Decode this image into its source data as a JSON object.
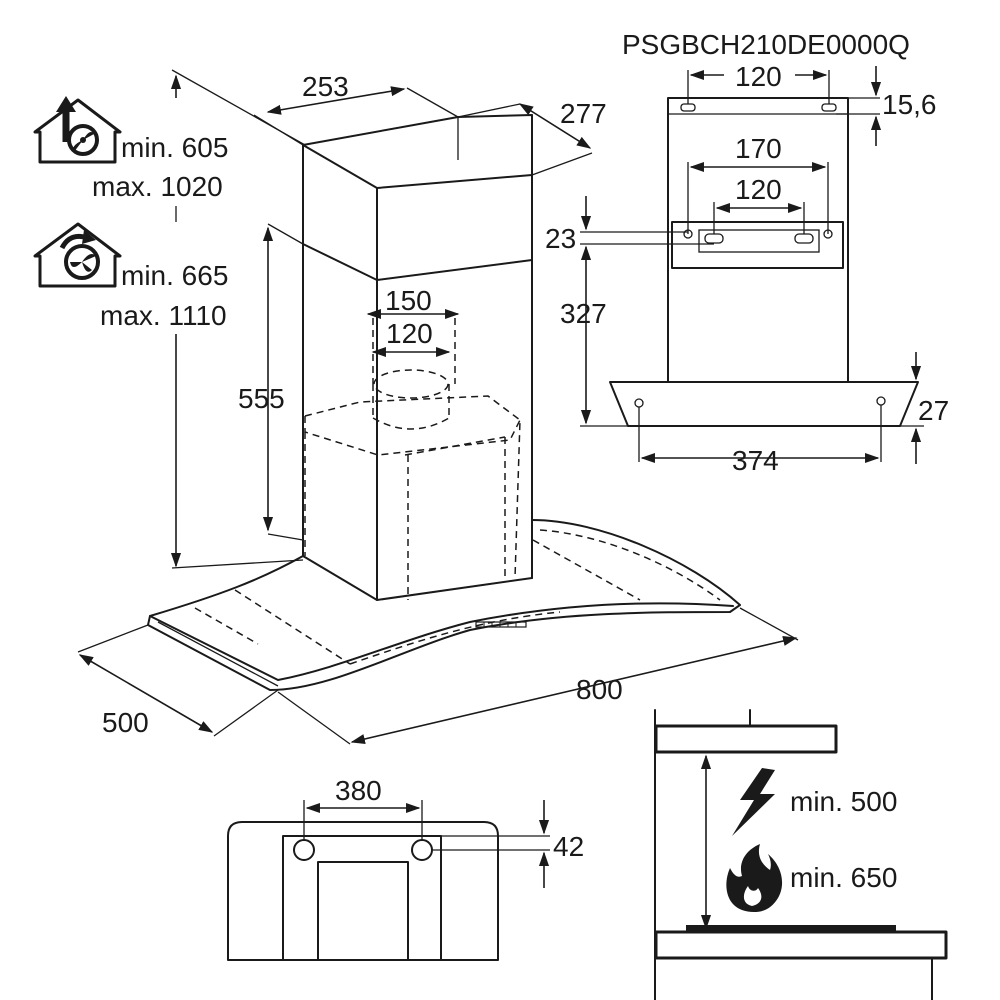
{
  "model_code": "PSGBCH210DE0000Q",
  "main_view": {
    "chimney_width": "253",
    "chimney_depth": "277",
    "chimney_lower_height": "555",
    "outlet_outer": "150",
    "outlet_inner": "120",
    "hood_depth": "500",
    "hood_width": "800"
  },
  "mode_extraction": {
    "icon": "duct-extraction-icon",
    "min": "min. 605",
    "max": "max. 1020"
  },
  "mode_recirculation": {
    "icon": "recirculation-icon",
    "min": "min. 665",
    "max": "max. 1110"
  },
  "bracket_view": {
    "top_slot_spacing": "120",
    "top_offset": "15,6",
    "plate_hole_spacing": "170",
    "plate_slot_spacing": "120",
    "plate_offset": "23",
    "height": "327",
    "bottom_thickness": "27",
    "bottom_hole_spacing": "374"
  },
  "back_view": {
    "hole_spacing": "380",
    "hole_height": "42"
  },
  "clearance": {
    "electric": "min. 500",
    "gas": "min. 650",
    "electric_icon": "lightning-icon",
    "gas_icon": "flame-icon"
  }
}
